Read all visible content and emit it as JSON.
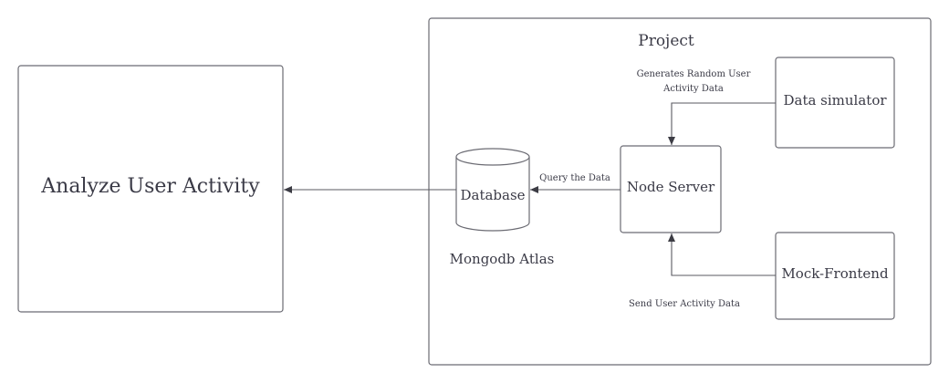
{
  "nodes": {
    "analyze": {
      "label": "Analyze User Activity"
    },
    "project": {
      "label": "Project"
    },
    "database": {
      "label": "Database",
      "caption": "Mongodb Atlas"
    },
    "node_server": {
      "label": "Node Server"
    },
    "data_simulator": {
      "label": "Data simulator"
    },
    "mock_frontend": {
      "label": "Mock-Frontend"
    }
  },
  "edges": {
    "simulator_to_server": {
      "label_line1": "Generates Random User",
      "label_line2": "Activity Data"
    },
    "server_to_database": {
      "label": "Query the Data"
    },
    "frontend_to_server": {
      "label": "Send User Activity Data"
    },
    "database_to_analyze": {
      "label": ""
    }
  },
  "colors": {
    "stroke": "#6b6b73",
    "text": "#3a3a46",
    "arrow": "#3c3c44"
  }
}
